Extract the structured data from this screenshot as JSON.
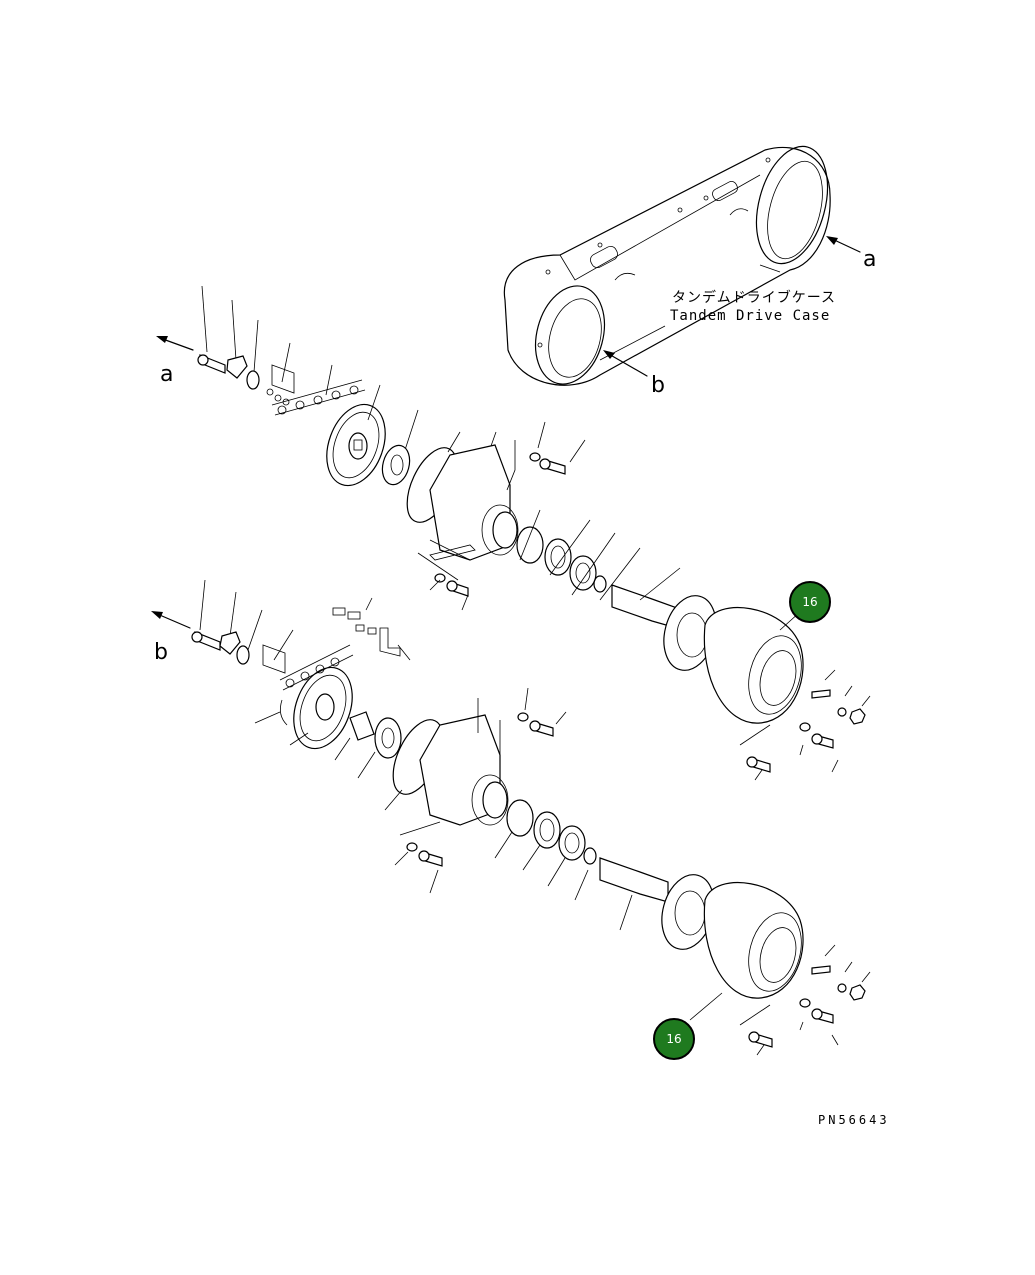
{
  "labels": {
    "ref_a_top": "a",
    "ref_b_top": "b",
    "ref_a_mid": "a",
    "ref_b_mid": "b",
    "case_name_jp": "タンデムドライブケース",
    "case_name_en": "Tandem Drive Case",
    "part_number": "PN56643"
  },
  "badges": [
    {
      "text": "16",
      "color": "#1f7a1f"
    },
    {
      "text": "16",
      "color": "#1f7a1f"
    }
  ],
  "colors": {
    "badge": "#1f7a1f",
    "ink": "#000000",
    "paper": "#ffffff"
  }
}
